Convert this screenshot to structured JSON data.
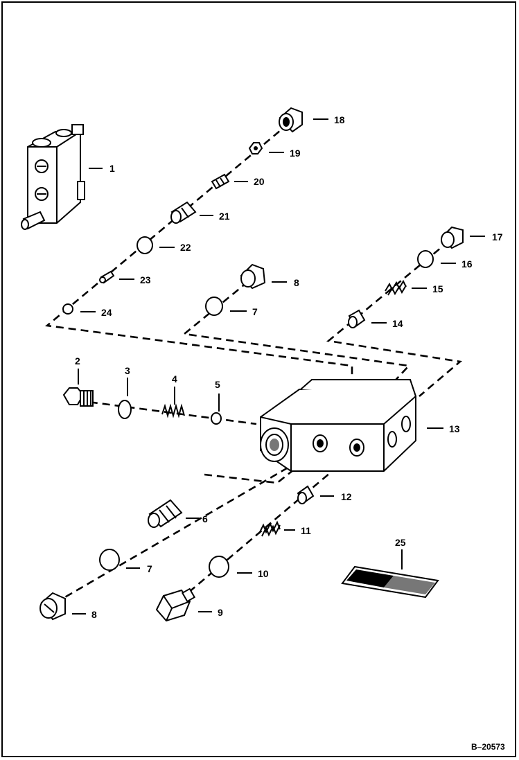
{
  "figure_id": "B–20573",
  "callouts": {
    "c1": "1",
    "c2": "2",
    "c3": "3",
    "c4": "4",
    "c5": "5",
    "c6": "6",
    "c7a": "7",
    "c7b": "7",
    "c8a": "8",
    "c8b": "8",
    "c9": "9",
    "c10": "10",
    "c11": "11",
    "c12": "12",
    "c13": "13",
    "c14": "14",
    "c15": "15",
    "c16": "16",
    "c17": "17",
    "c18": "18",
    "c19": "19",
    "c20": "20",
    "c21": "21",
    "c22": "22",
    "c23": "23",
    "c24": "24",
    "c25": "25"
  }
}
